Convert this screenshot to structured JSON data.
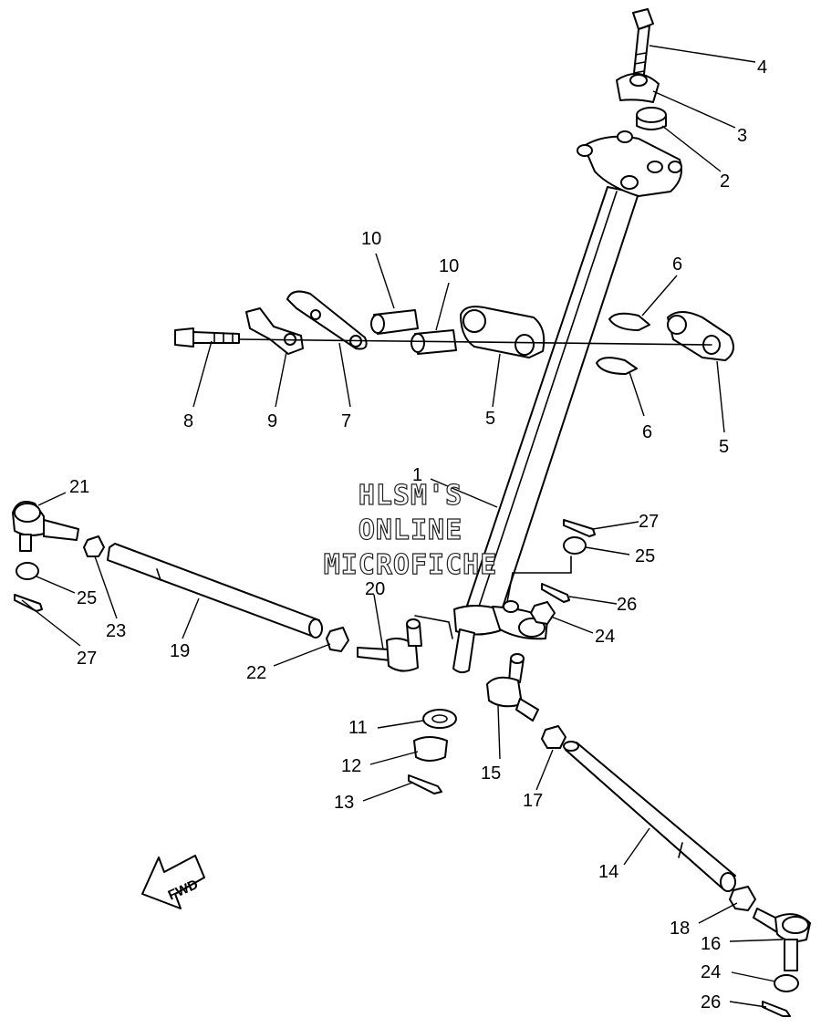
{
  "diagram": {
    "watermark": [
      "HLSM'S",
      "ONLINE",
      "MICROFICHE"
    ],
    "fwd_label": "FWD",
    "callouts": [
      {
        "id": "c4",
        "text": "4"
      },
      {
        "id": "c3",
        "text": "3"
      },
      {
        "id": "c2",
        "text": "2"
      },
      {
        "id": "c10a",
        "text": "10"
      },
      {
        "id": "c10b",
        "text": "10"
      },
      {
        "id": "c6a",
        "text": "6"
      },
      {
        "id": "c6b",
        "text": "6"
      },
      {
        "id": "c8",
        "text": "8"
      },
      {
        "id": "c9",
        "text": "9"
      },
      {
        "id": "c7",
        "text": "7"
      },
      {
        "id": "c5a",
        "text": "5"
      },
      {
        "id": "c5b",
        "text": "5"
      },
      {
        "id": "c1",
        "text": "1"
      },
      {
        "id": "c21",
        "text": "21"
      },
      {
        "id": "c27a",
        "text": "27"
      },
      {
        "id": "c25a",
        "text": "25"
      },
      {
        "id": "c25b",
        "text": "25"
      },
      {
        "id": "c23",
        "text": "23"
      },
      {
        "id": "c27b",
        "text": "27"
      },
      {
        "id": "c19",
        "text": "19"
      },
      {
        "id": "c20",
        "text": "20"
      },
      {
        "id": "c26a",
        "text": "26"
      },
      {
        "id": "c24a",
        "text": "24"
      },
      {
        "id": "c22",
        "text": "22"
      },
      {
        "id": "c11",
        "text": "11"
      },
      {
        "id": "c12",
        "text": "12"
      },
      {
        "id": "c13",
        "text": "13"
      },
      {
        "id": "c15",
        "text": "15"
      },
      {
        "id": "c17",
        "text": "17"
      },
      {
        "id": "c14",
        "text": "14"
      },
      {
        "id": "c18",
        "text": "18"
      },
      {
        "id": "c16",
        "text": "16"
      },
      {
        "id": "c24b",
        "text": "24"
      },
      {
        "id": "c26b",
        "text": "26"
      }
    ]
  }
}
